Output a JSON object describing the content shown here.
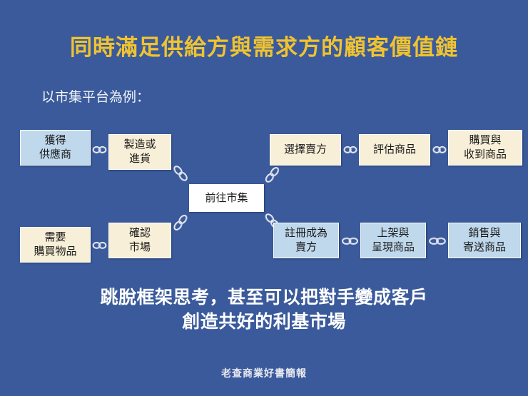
{
  "slide": {
    "background_color": "#3a5a9b",
    "title": "同時滿足供給方與需求方的顧客價值鏈",
    "title_color": "#f0c330",
    "subtitle": "以市集平台為例：",
    "message_line1": "跳脫框架思考，甚至可以把對手變成客戶",
    "message_line2": "創造共好的利基市場",
    "footer": "老查商業好書簡報"
  },
  "palette": {
    "supply_node": "#bfd8ec",
    "demand_node": "#f8efd8",
    "hub_node": "#ffffff",
    "node_border": "#ffffff",
    "text_primary": "#ffffff",
    "text_node": "#1b1b1b"
  },
  "diagram": {
    "type": "chain-value-flow",
    "hub": {
      "label": "前往市集"
    },
    "supply_top": [
      {
        "label_line1": "獲得",
        "label_line2": "供應商",
        "color": "#bfd8ec"
      },
      {
        "label_line1": "製造或",
        "label_line2": "進貨",
        "color": "#f8efd8"
      }
    ],
    "demand_bottom": [
      {
        "label_line1": "需要",
        "label_line2": "購買物品",
        "color": "#f8efd8"
      },
      {
        "label_line1": "確認",
        "label_line2": "市場",
        "color": "#f8efd8"
      }
    ],
    "buyer_top": [
      {
        "label_line1": "選擇賣方",
        "label_line2": "",
        "color": "#f8efd8"
      },
      {
        "label_line1": "評估商品",
        "label_line2": "",
        "color": "#f8efd8"
      },
      {
        "label_line1": "購買與",
        "label_line2": "收到商品",
        "color": "#f8efd8"
      }
    ],
    "seller_bottom": [
      {
        "label_line1": "註冊成為",
        "label_line2": "賣方",
        "color": "#bfd8ec"
      },
      {
        "label_line1": "上架與",
        "label_line2": "呈現商品",
        "color": "#bfd8ec"
      },
      {
        "label_line1": "銷售與",
        "label_line2": "寄送商品",
        "color": "#bfd8ec"
      }
    ],
    "connector": "chain-link"
  }
}
